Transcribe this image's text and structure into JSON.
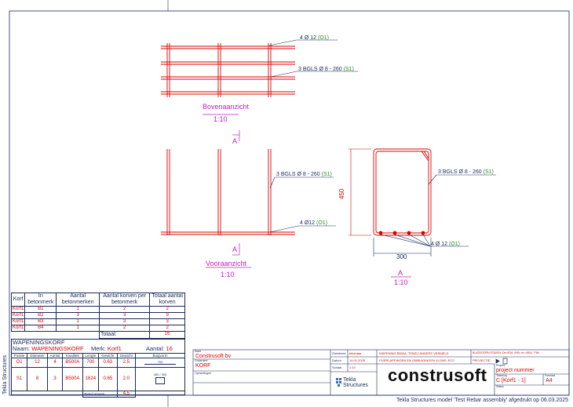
{
  "views": {
    "top": {
      "label_top_bar": "4 Ø 12",
      "label_top_bar_mark": "(O1)",
      "label_top_stirrup": "3 BGLS Ø 8 - 260",
      "label_top_stirrup_mark": "(S1)",
      "title": "Bovenaanzicht",
      "scale": "1:10"
    },
    "front": {
      "section_marker_top": "A",
      "section_marker_bottom": "A",
      "label_stirrup": "3 BGLS Ø 8 - 260",
      "label_stirrup_mark": "(S1)",
      "label_bar": "4 Ø12",
      "label_bar_mark": "(O1)",
      "title": "Vooraanzicht",
      "scale": "1:10"
    },
    "section": {
      "label_stirrup": "3 BGLS Ø 8 - 260",
      "label_stirrup_mark": "(S1)",
      "label_bar": "4 Ø 12",
      "label_bar_mark": "(O1)",
      "height_dim": "450",
      "width_dim": "300",
      "title": "A",
      "scale": "1:10"
    }
  },
  "korf_table": {
    "headers": [
      "Korf",
      "In betonmerk",
      "Aantal betonmerken",
      "Aantal korven per betonmerk",
      "Totaal aantal korven"
    ],
    "rows": [
      [
        "Korf1",
        "B1",
        "1",
        "2",
        "2"
      ],
      [
        "Korf1",
        "B2",
        "3",
        "3",
        "9"
      ],
      [
        "Korf1",
        "B3",
        "1",
        "3",
        "3"
      ],
      [
        "Korf1",
        "B4",
        "1",
        "2",
        "2"
      ]
    ],
    "total_label": "Totaal:",
    "total_value": "16"
  },
  "wapening": {
    "title": "WAPENINGSKORF",
    "name_label": "Naam:",
    "name_value": "WAPENINGSKORF",
    "merk_label": "Merk:",
    "merk_value": "Korf1",
    "aantal_label": "Aantal:",
    "aantal_value": "16",
    "headers": [
      "Positie",
      "Diameter",
      "Aantal",
      "Kwaliteit",
      "Lengte",
      "Gewicht",
      "Gewicht",
      "Buigvorm"
    ],
    "rows": [
      [
        "O1",
        "12",
        "4",
        "B500A",
        "700",
        "0.63",
        "2.5",
        "700"
      ],
      [
        "S1",
        "8",
        "3",
        "B500A",
        "1624",
        "0.65",
        "2.0",
        "450 / 300"
      ]
    ],
    "total_label": "Totaal staven",
    "total_value": "4.5",
    "side_label": "Tekla Structures"
  },
  "title_block": {
    "klant_label": "Klant",
    "klant_value": "Construsoft bv",
    "onderdeel_label": "Onderdeel",
    "onderdeel_value": "KORF",
    "opmerkingen_label": "Opmerkingen",
    "getekend_label": "Getekend",
    "getekend_value": "tekenaar",
    "datum_label": "Datum",
    "datum_value": "14.01.2025",
    "schaal_label": "Schaal",
    "schaal_value": "1:10",
    "note1": "WAPENING B500A, TENZIJ ANDERS VERMELD",
    "note2": "OVERLAPPINGEN EN OMBUIGINGEN VLGNS. EC2",
    "note3": "BUIGDOORN STAVEN: Dm Ø16: 4*Ør; en >Ø16: 7*Ør",
    "projectie_label": "PROJECTIE",
    "project_label": "Project",
    "project_value": "project nummer",
    "tekening_label": "Tekening",
    "tekening_rev": "C",
    "tekening_value": "[Korf1 - 1]",
    "formaat_label": "Formaat",
    "formaat_value": "A4",
    "status_label": "Status",
    "tekla_logo_text": "Tekla Structures",
    "brand": "construsoft"
  },
  "footer": "Tekla Structures  model 'Test Rebar assembly' afgedrukt op 06.03.2025"
}
